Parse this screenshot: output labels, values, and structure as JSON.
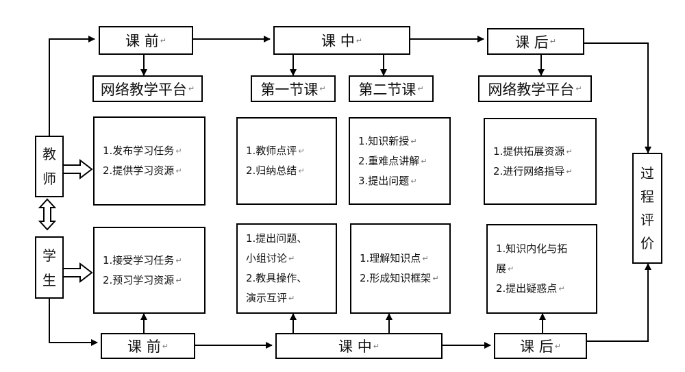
{
  "para_mark": "↵",
  "top": {
    "pre": "课 前",
    "in": "课 中",
    "post": "课 后",
    "platform_left": "网络教学平台",
    "lesson1": "第一节课",
    "lesson2": "第二节课",
    "platform_right": "网络教学平台"
  },
  "bottom": {
    "pre": "课 前",
    "in": "课 中",
    "post": "课 后"
  },
  "teacher": [
    "教",
    "师"
  ],
  "student": [
    "学",
    "生"
  ],
  "evaluation": [
    "过",
    "程",
    "评",
    "价"
  ],
  "teacher_tasks": {
    "pre": [
      "1.发布学习任务",
      "2.提供学习资源"
    ],
    "lesson1": [
      "1.教师点评",
      "2.归纳总结"
    ],
    "lesson2": [
      "1.知识新授",
      "2.重难点讲解",
      "3.提出问题"
    ],
    "post": [
      "1.提供拓展资源",
      "2.进行网络指导"
    ]
  },
  "student_tasks": {
    "pre": [
      "1.接受学习任务",
      "2.预习学习资源"
    ],
    "lesson1": [
      "1.提出问题、",
      "小组讨论",
      "2.教具操作、",
      "演示互评"
    ],
    "lesson2": [
      "1.理解知识点",
      "2.形成知识框架"
    ],
    "post": [
      "1.知识内化与拓",
      "展",
      "2.提出疑惑点"
    ]
  }
}
